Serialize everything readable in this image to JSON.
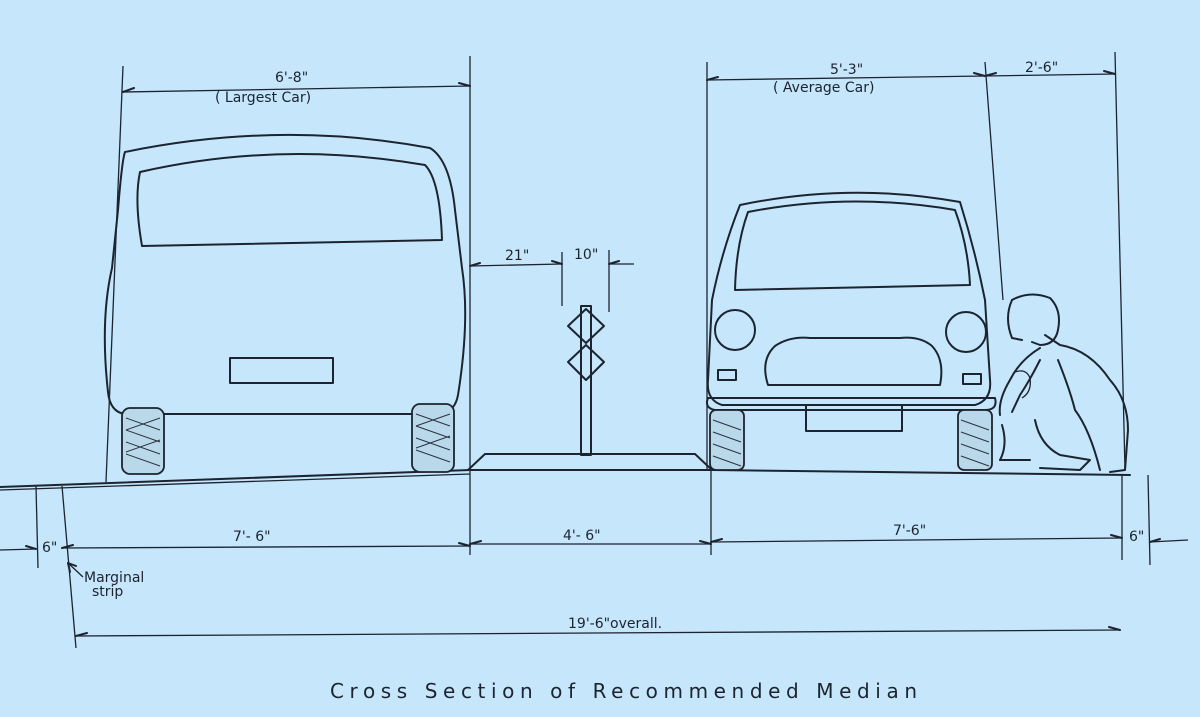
{
  "dimensions": {
    "largest_car_width": "6'-8\"",
    "largest_car_label": "( Largest Car)",
    "average_car_width": "5'-3\"",
    "average_car_label": "( Average Car)",
    "person_clearance": "2'-6\"",
    "gap_to_post": "21\"",
    "post_width": "10\"",
    "left_lane": "7'- 6\"",
    "median_width": "4'- 6\"",
    "right_lane": "7'-6\"",
    "left_strip": "6\"",
    "right_strip": "6\"",
    "marginal_strip_line1": "Marginal",
    "marginal_strip_line2": "strip",
    "overall": "19'-6\"overall."
  },
  "caption": "Cross Section of Recommended Median",
  "colors": {
    "paper": "#c6e6fb",
    "ink": "#1c2430"
  }
}
